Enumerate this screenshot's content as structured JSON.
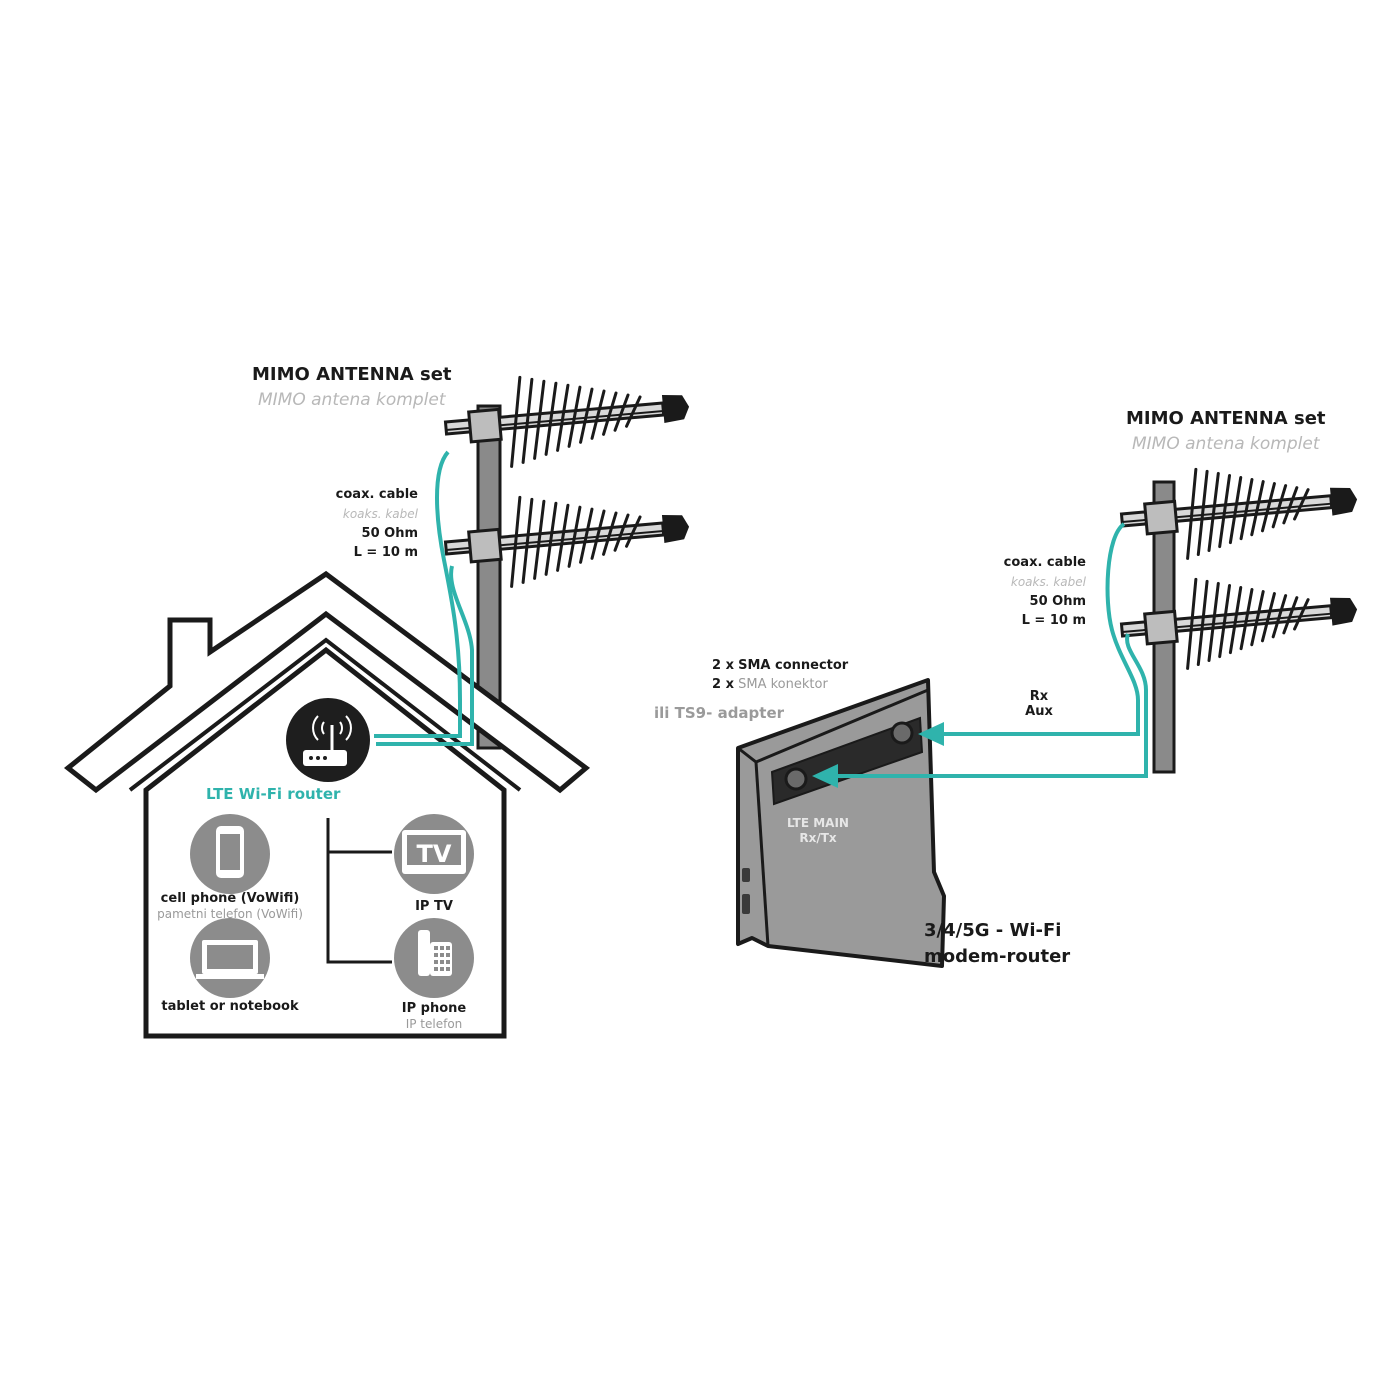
{
  "left": {
    "antenna_title": "MIMO ANTENNA set",
    "antenna_subtitle": "MIMO antena komplet",
    "coax_label": "coax. cable",
    "coax_label_local": "koaks. kabel",
    "impedance": "50 Ohm",
    "length": "L = 10 m",
    "router_label": "LTE Wi-Fi router",
    "devices": [
      {
        "label": "cell phone (VoWifi)",
        "sublabel": "pametni telefon (VoWifi)",
        "icon": "smartphone-icon"
      },
      {
        "label": "tablet or notebook",
        "sublabel": "",
        "icon": "laptop-icon"
      },
      {
        "label": "IP TV",
        "sublabel": "",
        "icon": "tv-icon"
      },
      {
        "label": "IP phone",
        "sublabel": "IP telefon",
        "icon": "ip-phone-icon"
      }
    ],
    "tv_icon_text": "TV"
  },
  "right": {
    "antenna_title": "MIMO ANTENNA set",
    "antenna_subtitle": "MIMO antena komplet",
    "coax_label": "coax. cable",
    "coax_label_local": "koaks. kabel",
    "impedance": "50 Ohm",
    "length": "L = 10 m",
    "connector_prefix": "2 x",
    "connector_label": "SMA connector",
    "connector_label_local": "SMA konektor",
    "adapter_note": "ili TS9- adapter",
    "rx_label": "Rx",
    "aux_label": "Aux",
    "router_port_label_1": "LTE MAIN",
    "router_port_label_2": "Rx/Tx",
    "router_title_1": "3/4/5G - Wi-Fi",
    "router_title_2": "modem-router"
  },
  "colors": {
    "cable": "#2fb3ac",
    "outline": "#1a1a1a",
    "pole": "#8a8a8a",
    "icon_bg": "#8c8c8c",
    "router_body": "#9a9a9a"
  }
}
